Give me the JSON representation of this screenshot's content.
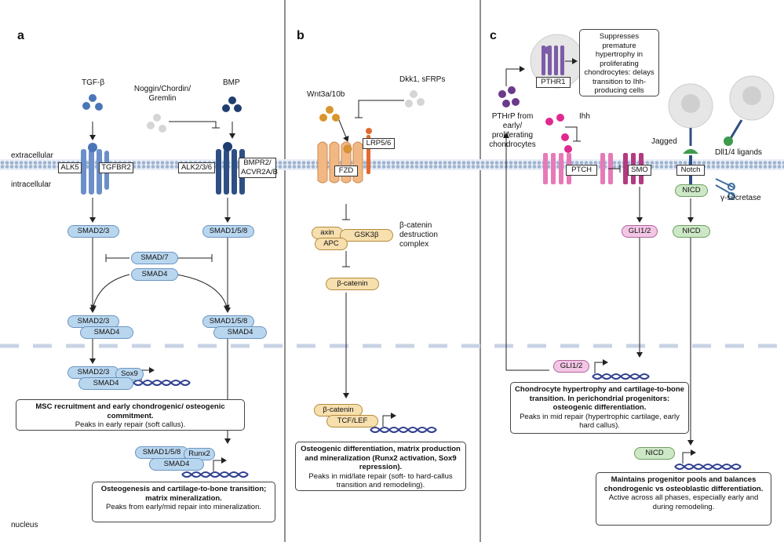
{
  "regions": {
    "extracellular": "extracellular",
    "intracellular": "intracellular",
    "nucleus": "nucleus"
  },
  "panel_a": {
    "letter": "a",
    "ligand_tgf": "TGF-β",
    "ligand_bmp": "BMP",
    "antagonists": "Noggin/Chordin/\nGremlin",
    "rec1": "ALK5",
    "rec2": "TGFBR2",
    "rec3": "ALK2/3/6",
    "rec4": "BMPR2/\nACVR2A/B",
    "smad23": "SMAD2/3",
    "smad158": "SMAD1/5/8",
    "smad7": "SMAD/7",
    "smad4": "SMAD4",
    "sox9": "Sox9",
    "runx2": "Runx2",
    "outcome1_bold": "MSC recruitment and early chondrogenic/ osteogenic commitment.",
    "outcome1_text": "Peaks in early repair (soft callus).",
    "outcome2_bold": "Osteogenesis and cartilage-to-bone transition; matrix mineralization.",
    "outcome2_text": "Peaks from early/mid repair into mineralization."
  },
  "panel_b": {
    "letter": "b",
    "wnt": "Wnt3a/10b",
    "dkk": "Dkk1, sFRPs",
    "lrp": "LRP5/6",
    "fzd": "FZD",
    "axin": "axin",
    "gsk": "GSK3β",
    "apc": "APC",
    "complex": "β-catenin\ndestruction\ncomplex",
    "bcat": "β-catenin",
    "tcf": "TCF/LEF",
    "outcome_bold": "Osteogenic differentiation, matrix production and mineralization (Runx2 activation, Sox9 repression).",
    "outcome_text": "Peaks in mid/late repair (soft- to hard-callus transition and remodeling)."
  },
  "panel_c": {
    "letter": "c",
    "pthr1": "PTHR1",
    "pthr_note": "Suppresses premature hypertrophy in proliferating chondrocytes: delays transition to Ihh-producing cells",
    "pthrp": "PTHrP from\nearly/\nproliferating\nchondrocytes",
    "ihh": "Ihh",
    "ptch": "PTCH",
    "smo": "SMO",
    "jagged": "Jagged",
    "dll": "Dll1/4 ligands",
    "notch": "Notch",
    "nicd": "NICD",
    "gsec": "γ-secretase",
    "gli": "GLI1/2",
    "outcome1_bold": "Chondrocyte hypertrophy and cartilage-to-bone transition. In perichondrial progenitors: osteogenic differentiation.",
    "outcome1_text": "Peaks in mid repair (hypertrophic cartilage, early hard callus).",
    "outcome2_bold": "Maintains progenitor pools and balances chondrogenic vs osteoblastic differentiation.",
    "outcome2_text": "Active across all phases, especially early and during remodeling."
  },
  "colors": {
    "membrane": "#9fb4cf",
    "smad": "#b9d6ef",
    "wnt": "#f7dfae",
    "hh": "#e04fa7",
    "notch": "#cde8c6"
  }
}
